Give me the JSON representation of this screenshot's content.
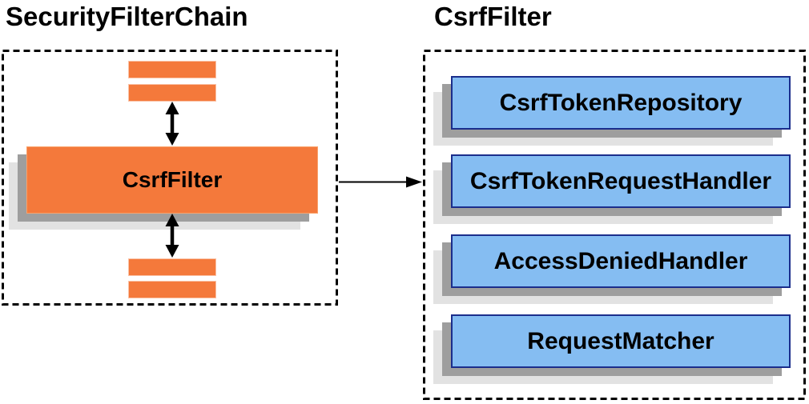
{
  "diagram": {
    "left_panel": {
      "title": "SecurityFilterChain",
      "csrf_filter_label": "CsrfFilter"
    },
    "right_panel": {
      "title": "CsrfFilter",
      "components": [
        {
          "label": "CsrfTokenRepository"
        },
        {
          "label": "CsrfTokenRequestHandler"
        },
        {
          "label": "AccessDeniedHandler"
        },
        {
          "label": "RequestMatcher"
        }
      ]
    },
    "colors": {
      "filter_orange": "#f4793b",
      "component_blue": "#85bdf2",
      "component_border_navy": "#1b2e8c",
      "shadow_dark_gray": "#9e9e9e",
      "shadow_light_gray": "#e2e2e2",
      "arrow_black": "#000000"
    }
  }
}
